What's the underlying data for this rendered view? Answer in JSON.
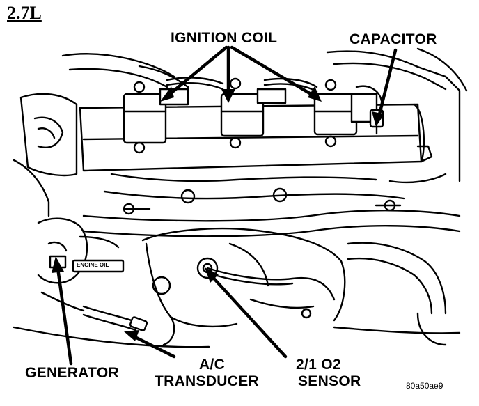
{
  "figure": {
    "title": "2.7L",
    "code": "80a50ae9"
  },
  "labels": {
    "ignition_coil": "IGNITION COIL",
    "capacitor": "CAPACITOR",
    "generator": "GENERATOR",
    "ac_transducer_line1": "A/C",
    "ac_transducer_line2": "TRANSDUCER",
    "o2_sensor_line1": "2/1 O2",
    "o2_sensor_line2": "SENSOR",
    "engine_oil_tag": "ENGINE OIL"
  },
  "colors": {
    "ink": "#000000",
    "paper": "#ffffff"
  }
}
